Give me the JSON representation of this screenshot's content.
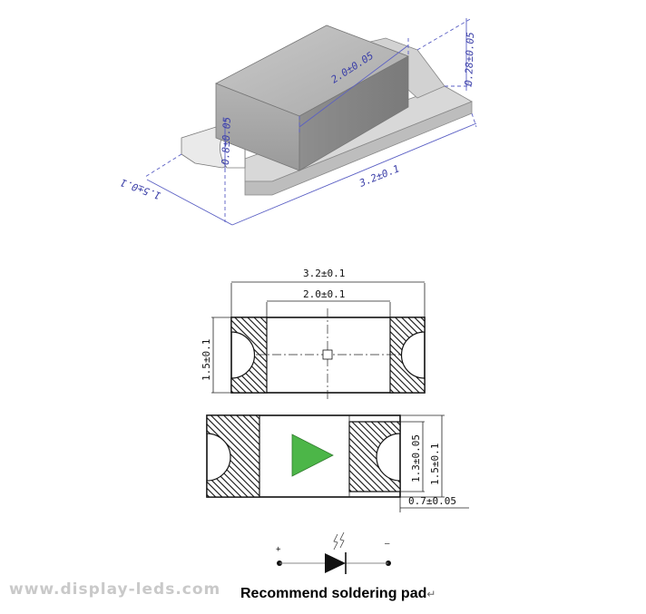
{
  "iso_view": {
    "dim_width": "2.0±0.05",
    "dim_length": "3.2±0.1",
    "dim_depth": "1.5±0.1",
    "dim_height": "0.8±0.05",
    "dim_pad_height": "0.28±0.05"
  },
  "top_view": {
    "dim_overall": "3.2±0.1",
    "dim_inner": "2.0±0.1",
    "dim_height": "1.5±0.1"
  },
  "bottom_view": {
    "dim_pad_inner": "1.3±0.05",
    "dim_height": "1.5±0.1",
    "dim_pad_width": "0.7±0.05",
    "triangle_color": "#4cb648"
  },
  "symbol": {
    "plus_label": "+",
    "minus_label": "—"
  },
  "watermark": "www.display-leds.com",
  "caption": "Recommend soldering pad",
  "caption_mark": "↵"
}
